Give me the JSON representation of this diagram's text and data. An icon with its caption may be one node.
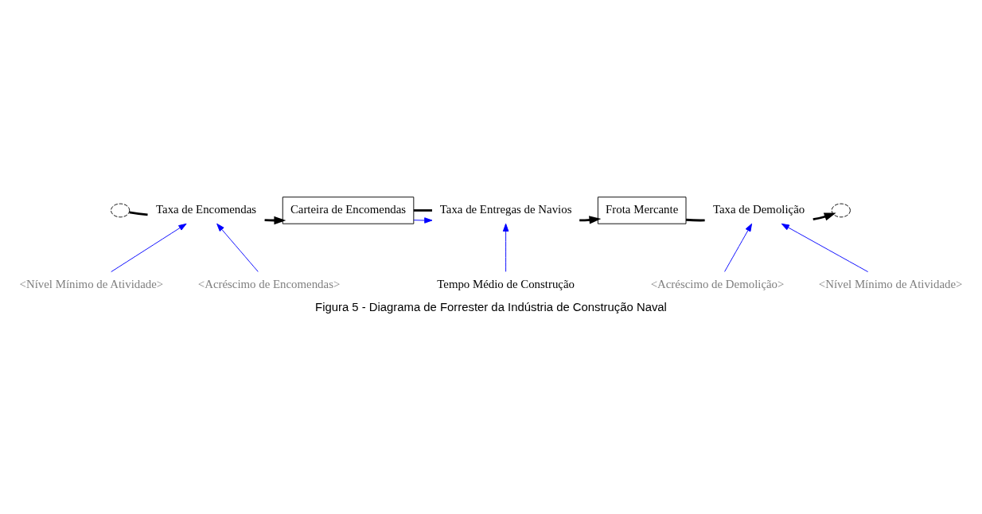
{
  "diagram": {
    "caption": "Figura 5 - Diagrama de Forrester da Indústria de Construção Naval",
    "nodes": [
      {
        "text": [],
        "shape": "cloud"
      },
      {
        "text": [
          "Taxa de Encomendas"
        ]
      },
      {
        "text": [
          "Carteira de Encomendas"
        ]
      },
      {
        "text": [
          "Taxa de Entregas de Navios"
        ]
      },
      {
        "text": [
          "Frota Mercante"
        ]
      },
      {
        "text": [
          "Taxa de Demolição"
        ]
      },
      {
        "text": [],
        "shape": "cloud"
      },
      {
        "text": [
          "<Nível Mínimo de Atividade>"
        ]
      },
      {
        "text": [
          "<Acréscimo de Encomendas>"
        ]
      },
      {
        "text": [
          "Tempo Médio de Construção"
        ]
      },
      {
        "text": [
          "<Acréscimo de Demolição>"
        ]
      },
      {
        "text": [
          "<Nível Mínimo de Atividade>"
        ]
      }
    ],
    "edges": [
      {
        "from": 0,
        "to": 1,
        "arrow": "none",
        "style": "thick"
      },
      {
        "from": 1,
        "to": 2,
        "arrow": "to",
        "style": "thick"
      },
      {
        "from": 2,
        "to": 3,
        "arrow": "none",
        "style": "thick"
      },
      {
        "from": 3,
        "to": 4,
        "arrow": "to",
        "style": "thick"
      },
      {
        "from": 4,
        "to": 5,
        "arrow": "none",
        "style": "thick"
      },
      {
        "from": 5,
        "to": 6,
        "arrow": "to",
        "style": "thick"
      },
      {
        "from": 7,
        "to": 1,
        "arrow": "to",
        "color": "#0000ff"
      },
      {
        "from": 8,
        "to": 1,
        "arrow": "to",
        "color": "#0000ff"
      },
      {
        "from": 2,
        "to": 3,
        "arrow": "to",
        "color": "#0000ff"
      },
      {
        "from": 9,
        "to": 3,
        "arrow": "to",
        "color": "#0000ff"
      },
      {
        "from": 10,
        "to": 5,
        "arrow": "to",
        "color": "#0000ff"
      },
      {
        "from": 11,
        "to": 5,
        "arrow": "to",
        "color": "#0000ff"
      }
    ]
  }
}
